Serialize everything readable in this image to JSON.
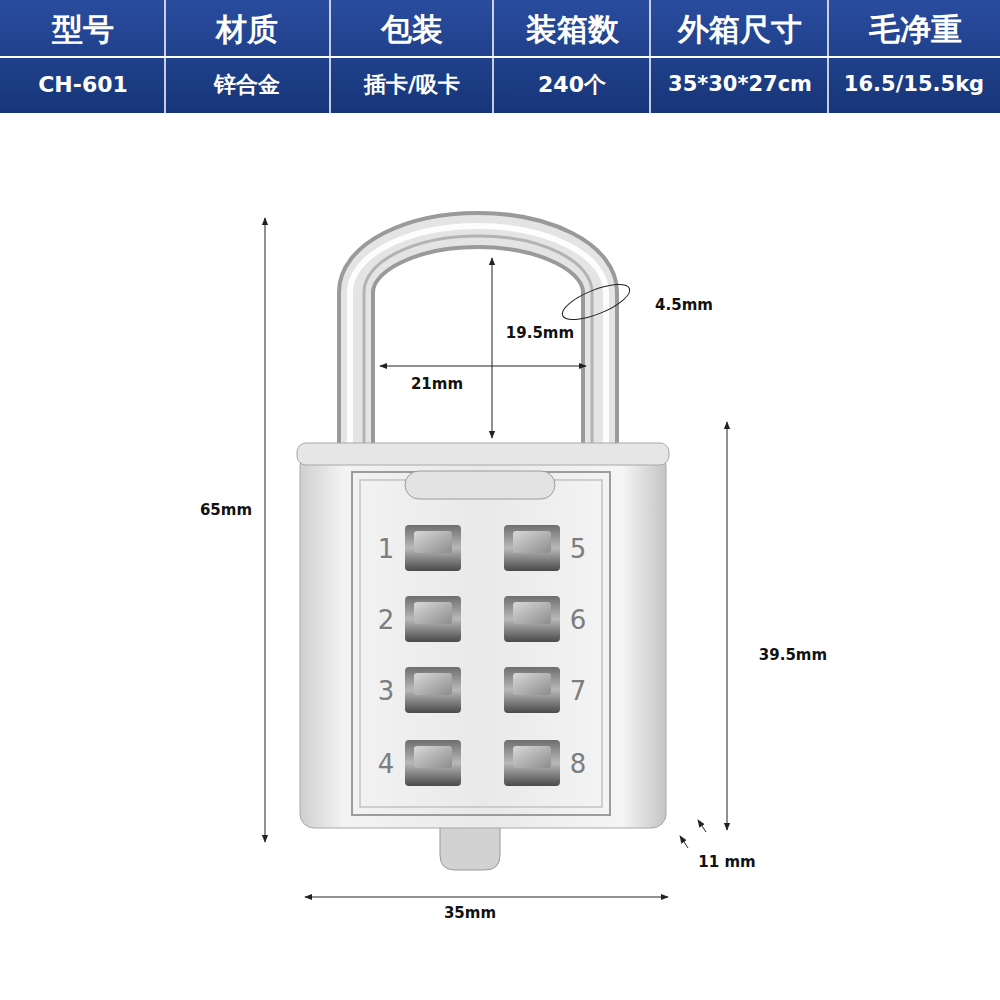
{
  "diagram": {
    "labels": [
      "型号",
      "材质",
      "包装",
      "装箱数",
      "外箱尺寸",
      "毛净重",
      "CH-601",
      "锌合金",
      "插卡/吸卡",
      "240个",
      "35*30*27cm",
      "16.5/15.5kg",
      "4.5mm",
      "19.5mm",
      "21mm",
      "65mm",
      "39.5mm",
      "11 mm",
      "35mm",
      "1",
      "2",
      "3",
      "4",
      "5",
      "6",
      "7",
      "8"
    ]
  }
}
